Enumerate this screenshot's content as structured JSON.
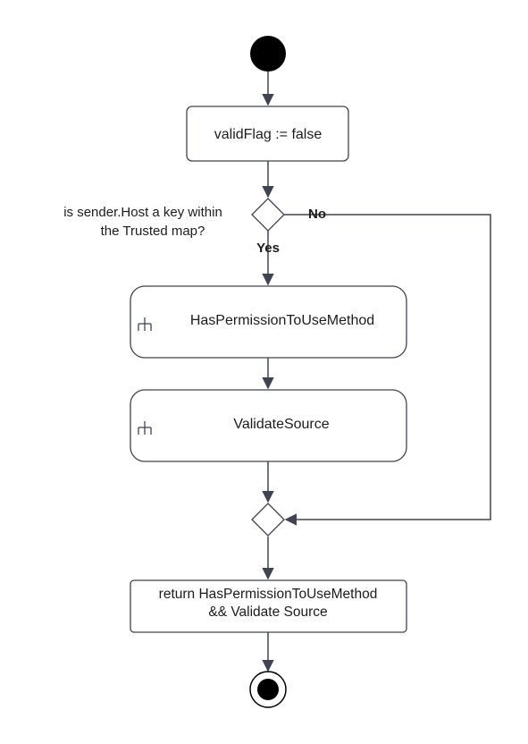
{
  "nodes": {
    "init": {
      "label": "validFlag := false"
    },
    "decision": {
      "question_line1": "is sender.Host a key within",
      "question_line2": "the Trusted map?"
    },
    "has_permission": {
      "label": "HasPermissionToUseMethod",
      "icon": "call-behavior-icon"
    },
    "validate_source": {
      "label": "ValidateSource",
      "icon": "call-behavior-icon"
    },
    "return": {
      "line1": "return HasPermissionToUseMethod",
      "line2": "&& Validate Source"
    }
  },
  "edges": {
    "yes_label": "Yes",
    "no_label": "No"
  },
  "colors": {
    "stroke": "#3f4450",
    "node_fill": "#ffffff",
    "start_fill": "#000000",
    "text": "#1c1c1c"
  }
}
